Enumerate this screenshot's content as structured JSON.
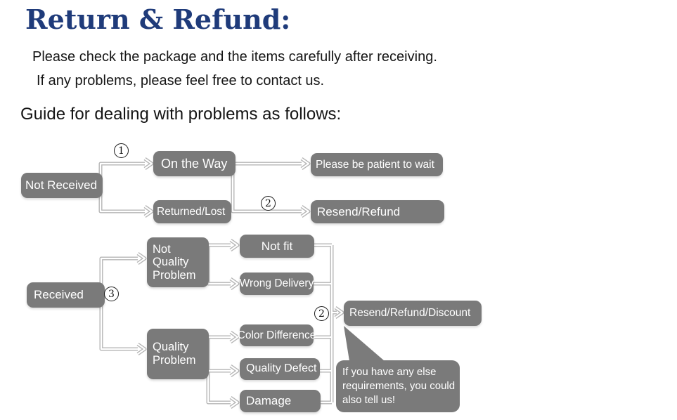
{
  "header": {
    "title": "Return & Refund:",
    "intro_line1": "Please check the package and the items carefully after receiving.",
    "intro_line2": "If any problems, please feel free to contact us.",
    "guide_heading": "Guide for dealing with problems as follows:"
  },
  "colors": {
    "title_navy": "#1f3b7a",
    "node_gray": "#7a7a7a",
    "connector_gray": "#b6b6b6",
    "node_text": "#ffffff"
  },
  "flowchart": {
    "markers": {
      "step1": "1",
      "step2_top": "2",
      "step3": "3",
      "step2_bottom": "2"
    },
    "nodes": {
      "not_received": "Not Received",
      "on_the_way": "On the Way",
      "returned_lost": "Returned/Lost",
      "please_wait": "Please be patient to wait",
      "resend_refund": "Resend/Refund",
      "received": "Received",
      "not_quality_problem": "Not Quality Problem",
      "not_fit": "Not fit",
      "wrong_delivery": "Wrong Delivery",
      "quality_problem": "Quality Problem",
      "color_difference": "Color Difference",
      "quality_defect": "Quality Defect",
      "damage": "Damage",
      "resend_refund_discount": "Resend/Refund/Discount",
      "bubble_note": "If you have any else requirements, you could also tell us!"
    }
  }
}
